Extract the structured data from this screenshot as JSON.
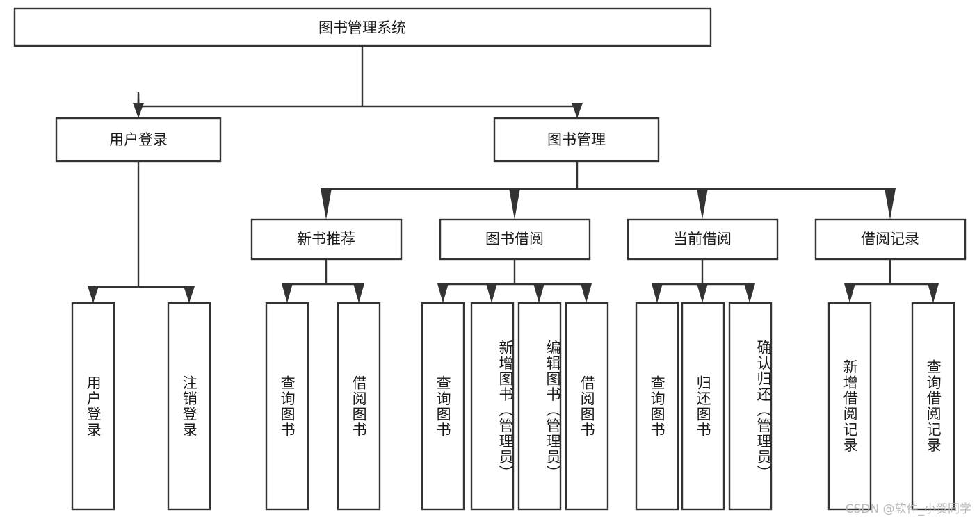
{
  "diagram": {
    "type": "tree",
    "title": "图书管理系统",
    "orientation": "top-down",
    "colors": {
      "background": "#ffffff",
      "box_fill": "#ffffff",
      "box_stroke": "#333333",
      "text": "#1a1a1a",
      "watermark": "#b9b9b9"
    },
    "root": {
      "label": "图书管理系统"
    },
    "level2": [
      {
        "label": "用户登录"
      },
      {
        "label": "图书管理"
      }
    ],
    "level3": [
      {
        "label": "新书推荐"
      },
      {
        "label": "图书借阅"
      },
      {
        "label": "当前借阅"
      },
      {
        "label": "借阅记录"
      }
    ],
    "leaves": {
      "user_login": [
        {
          "label": "用户登录"
        },
        {
          "label": "注销登录"
        }
      ],
      "new_book_recommend": [
        {
          "label": "查询图书"
        },
        {
          "label": "借阅图书"
        }
      ],
      "book_borrow": [
        {
          "label": "查询图书"
        },
        {
          "label": "新增图书（管理员）"
        },
        {
          "label": "编辑图书（管理员）"
        },
        {
          "label": "借阅图书"
        }
      ],
      "current_borrow": [
        {
          "label": "查询图书"
        },
        {
          "label": "归还图书"
        },
        {
          "label": "确认归还（管理员）"
        }
      ],
      "borrow_record": [
        {
          "label": "新增借阅记录"
        },
        {
          "label": "查询借阅记录"
        }
      ]
    },
    "watermark": "CSDN @软件_小贺同学"
  }
}
